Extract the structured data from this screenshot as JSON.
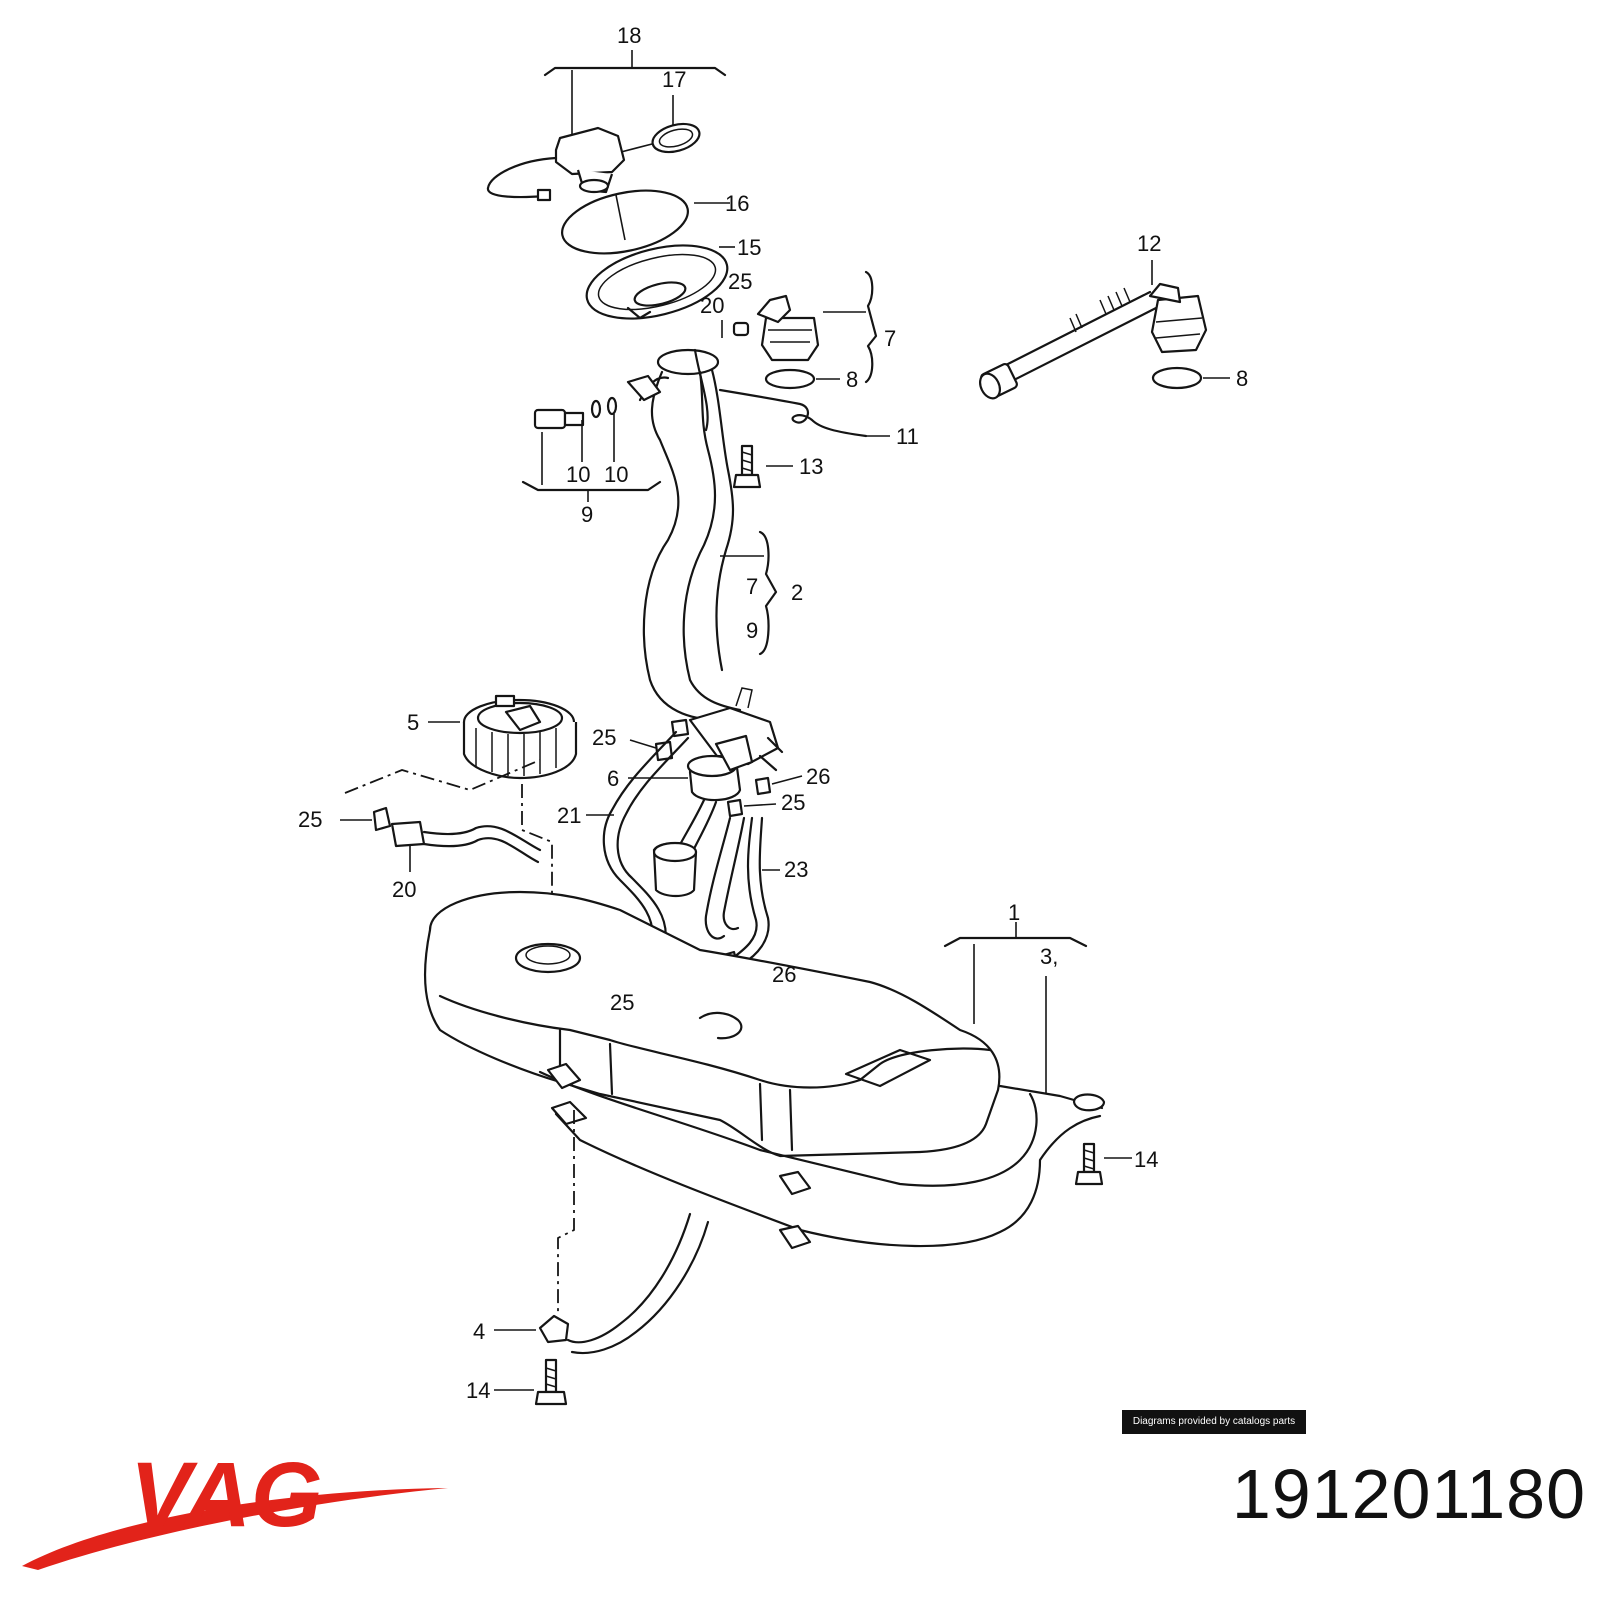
{
  "diagram": {
    "callouts": [
      {
        "id": "c18",
        "text": "18"
      },
      {
        "id": "c17",
        "text": "17"
      },
      {
        "id": "c16",
        "text": "16"
      },
      {
        "id": "c15",
        "text": "15"
      },
      {
        "id": "c25a",
        "text": "25"
      },
      {
        "id": "c20a",
        "text": "20"
      },
      {
        "id": "c7a",
        "text": "7"
      },
      {
        "id": "c8a",
        "text": "8"
      },
      {
        "id": "c12",
        "text": "12"
      },
      {
        "id": "c8b",
        "text": "8"
      },
      {
        "id": "c11",
        "text": "11"
      },
      {
        "id": "c13",
        "text": "13"
      },
      {
        "id": "c10a",
        "text": "10"
      },
      {
        "id": "c10b",
        "text": "10"
      },
      {
        "id": "c9a",
        "text": "9"
      },
      {
        "id": "c7b",
        "text": "7"
      },
      {
        "id": "c2",
        "text": "2"
      },
      {
        "id": "c9b",
        "text": "9"
      },
      {
        "id": "c5",
        "text": "5"
      },
      {
        "id": "c25b",
        "text": "25"
      },
      {
        "id": "c26a",
        "text": "26"
      },
      {
        "id": "c6",
        "text": "6"
      },
      {
        "id": "c25c",
        "text": "25"
      },
      {
        "id": "c21",
        "text": "21"
      },
      {
        "id": "c25d",
        "text": "25"
      },
      {
        "id": "c23",
        "text": "23"
      },
      {
        "id": "c20b",
        "text": "20"
      },
      {
        "id": "c1",
        "text": "1"
      },
      {
        "id": "c3",
        "text": "3,"
      },
      {
        "id": "c26b",
        "text": "26"
      },
      {
        "id": "c25e",
        "text": "25"
      },
      {
        "id": "c14a",
        "text": "14"
      },
      {
        "id": "c4",
        "text": "4"
      },
      {
        "id": "c14b",
        "text": "14"
      }
    ]
  },
  "credit": "Diagrams provided by catalogs parts",
  "brand": {
    "name": "VAG",
    "color": "#e2231a"
  },
  "part_number": "191201180"
}
